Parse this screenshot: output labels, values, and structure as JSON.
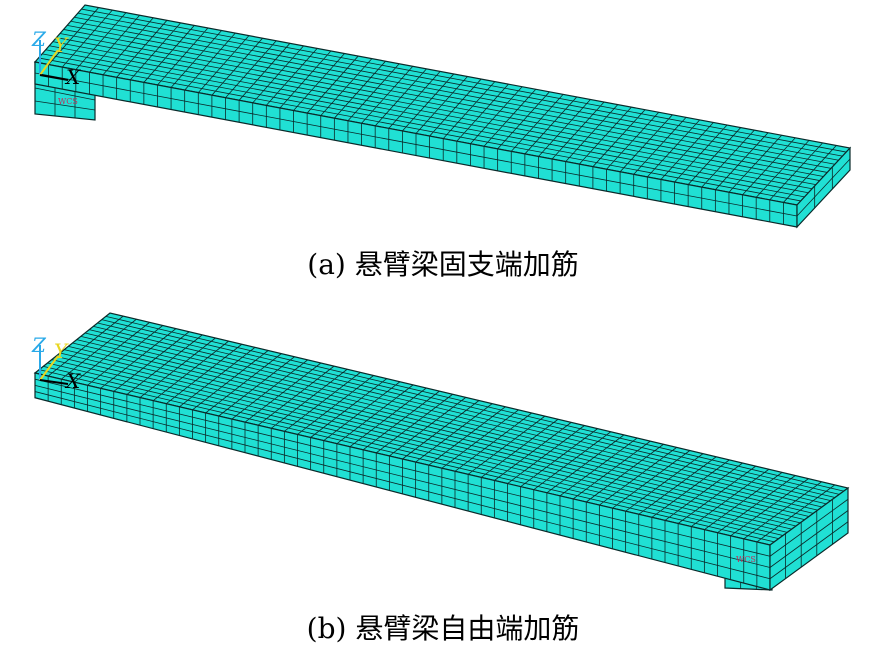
{
  "panels": [
    {
      "id": "a",
      "caption": "(a) 悬臂梁固支端加筋",
      "stiffener_location": "fixed-end",
      "axis_labels": {
        "z": "Z",
        "y": "Y",
        "x": "X"
      },
      "wcs_label": "WCS"
    },
    {
      "id": "b",
      "caption": "(b) 悬臂梁自由端加筋",
      "stiffener_location": "free-end",
      "axis_labels": {
        "z": "Z",
        "y": "Y",
        "x": "X"
      },
      "wcs_label": "WCS"
    }
  ],
  "colors": {
    "mesh_face": "#20e0d4",
    "mesh_line": "#0a2a2a",
    "axis_z": "#29a9e8",
    "axis_y": "#e8d620",
    "axis_x": "#000000"
  }
}
